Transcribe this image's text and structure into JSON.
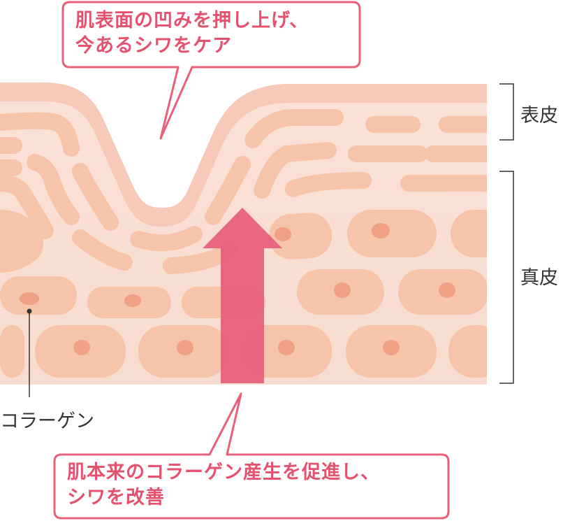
{
  "callout_top": {
    "line1": "肌表面の凹みを押し上げ、",
    "line2": "今あるシワをケア"
  },
  "callout_bottom": {
    "line1": "肌本来のコラーゲン産生を促進し、",
    "line2": "シワを改善"
  },
  "labels": {
    "epidermis": "表皮",
    "dermis": "真皮",
    "collagen": "コラーゲン"
  },
  "colors": {
    "accent": "#e8607a",
    "skin_outer": "#f6c9b9",
    "skin_inner": "#fbe2d6",
    "cell": "#f5c4aa",
    "nucleus": "#f0a084"
  }
}
